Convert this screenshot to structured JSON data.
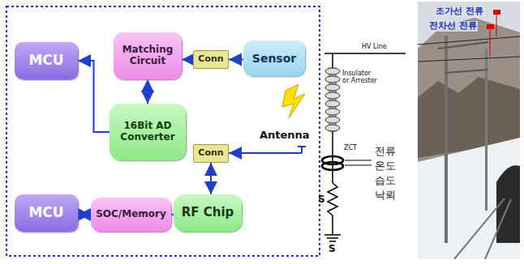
{
  "diagram": {
    "nodes": [
      {
        "text": [
          "MCU"
        ]
      },
      {
        "text": [
          "Matching Circuit"
        ]
      },
      {
        "text": [
          "Conn"
        ]
      },
      {
        "text": [
          "Sensor"
        ]
      },
      {
        "text": [
          "16Bit AD Converter"
        ]
      },
      {
        "text": [
          "Conn"
        ]
      },
      {
        "text": [
          "MCU"
        ]
      },
      {
        "text": [
          "SOC/Memory"
        ]
      },
      {
        "text": [
          "RF Chip"
        ]
      }
    ],
    "edges": [
      {
        "from": 3,
        "to": 2,
        "arrow": "to"
      },
      {
        "from": 2,
        "to": 1,
        "arrow": "to"
      },
      {
        "from": 1,
        "to": 4,
        "arrow": "both"
      },
      {
        "from": 4,
        "to": 0,
        "arrow": "to"
      },
      {
        "from": 5,
        "to": 8,
        "arrow": "both"
      },
      {
        "from": 8,
        "to": 7,
        "arrow": "both"
      },
      {
        "from": 7,
        "to": 6,
        "arrow": "both"
      }
    ],
    "labels": [
      "Antenna",
      "HV Line",
      "Insulator or Arrester",
      "ZCT",
      "전류",
      "온도",
      "습도",
      "낙뢰",
      "S",
      "S",
      "조가선 전류",
      "전차선 전류"
    ]
  }
}
